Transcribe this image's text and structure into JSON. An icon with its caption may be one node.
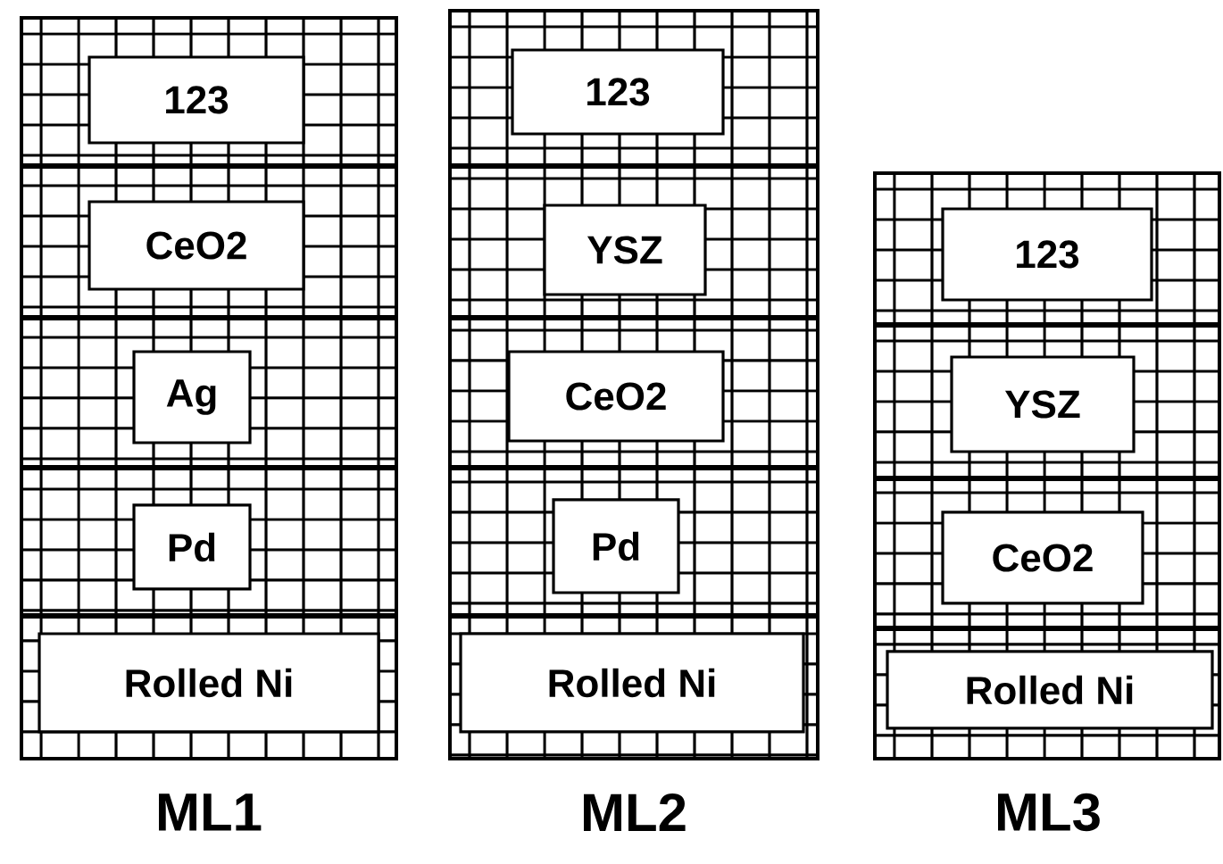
{
  "diagram": {
    "nodes": [
      {
        "text": [
          "ML1"
        ]
      },
      {
        "text": [
          "123"
        ],
        "in": 0
      },
      {
        "text": [
          "CeO2"
        ],
        "in": 0
      },
      {
        "text": [
          "Ag"
        ],
        "in": 0
      },
      {
        "text": [
          "Pd"
        ],
        "in": 0
      },
      {
        "text": [
          "Rolled Ni"
        ],
        "in": 0
      },
      {
        "text": [
          "ML2"
        ]
      },
      {
        "text": [
          "123"
        ],
        "in": 6
      },
      {
        "text": [
          "YSZ"
        ],
        "in": 6
      },
      {
        "text": [
          "CeO2"
        ],
        "in": 6
      },
      {
        "text": [
          "Pd"
        ],
        "in": 6
      },
      {
        "text": [
          "Rolled Ni"
        ],
        "in": 6
      },
      {
        "text": [
          "ML3"
        ]
      },
      {
        "text": [
          "123"
        ],
        "in": 12
      },
      {
        "text": [
          "YSZ"
        ],
        "in": 12
      },
      {
        "text": [
          "CeO2"
        ],
        "in": 12
      },
      {
        "text": [
          "Rolled Ni"
        ],
        "in": 12
      }
    ]
  }
}
